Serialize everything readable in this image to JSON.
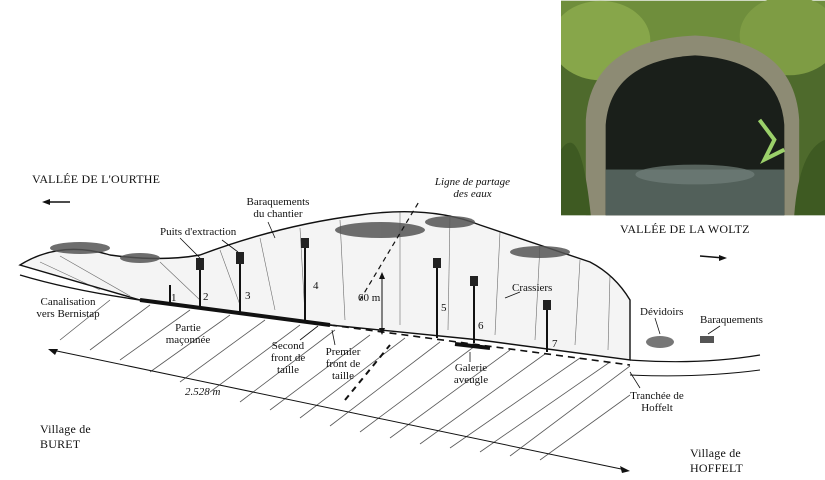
{
  "photo": {
    "icon": "tunnel-portal-photo"
  },
  "labels": {
    "vallee_ourthe": "VALLÉE DE L'OURTHE",
    "vallee_woltz": "VALLÉE DE LA WOLTZ",
    "ligne_partage_1": "Ligne de partage",
    "ligne_partage_2": "des eaux",
    "baraquements_chantier_1": "Baraquements",
    "baraquements_chantier_2": "du chantier",
    "puits_extraction": "Puits d'extraction",
    "canalisation_1": "Canalisation",
    "canalisation_2": "vers Bernistap",
    "partie_1": "Partie",
    "partie_2": "maçonnée",
    "second_1": "Second",
    "second_2": "front de",
    "second_3": "taille",
    "premier_1": "Premier",
    "premier_2": "front de",
    "premier_3": "taille",
    "galerie_1": "Galerie",
    "galerie_2": "aveugle",
    "crassiers": "Crassiers",
    "devidoirs": "Dévidoirs",
    "baraquements": "Baraquements",
    "depth": "60 m",
    "length": "2.528 m",
    "tranchee_1": "Tranchée de",
    "tranchee_2": "Hoffelt",
    "buret_1": "Village de",
    "buret_2": "BURET",
    "hoffelt_1": "Village de",
    "hoffelt_2": "HOFFELT"
  },
  "shafts": [
    "1",
    "2",
    "3",
    "4",
    "5",
    "6",
    "7"
  ]
}
